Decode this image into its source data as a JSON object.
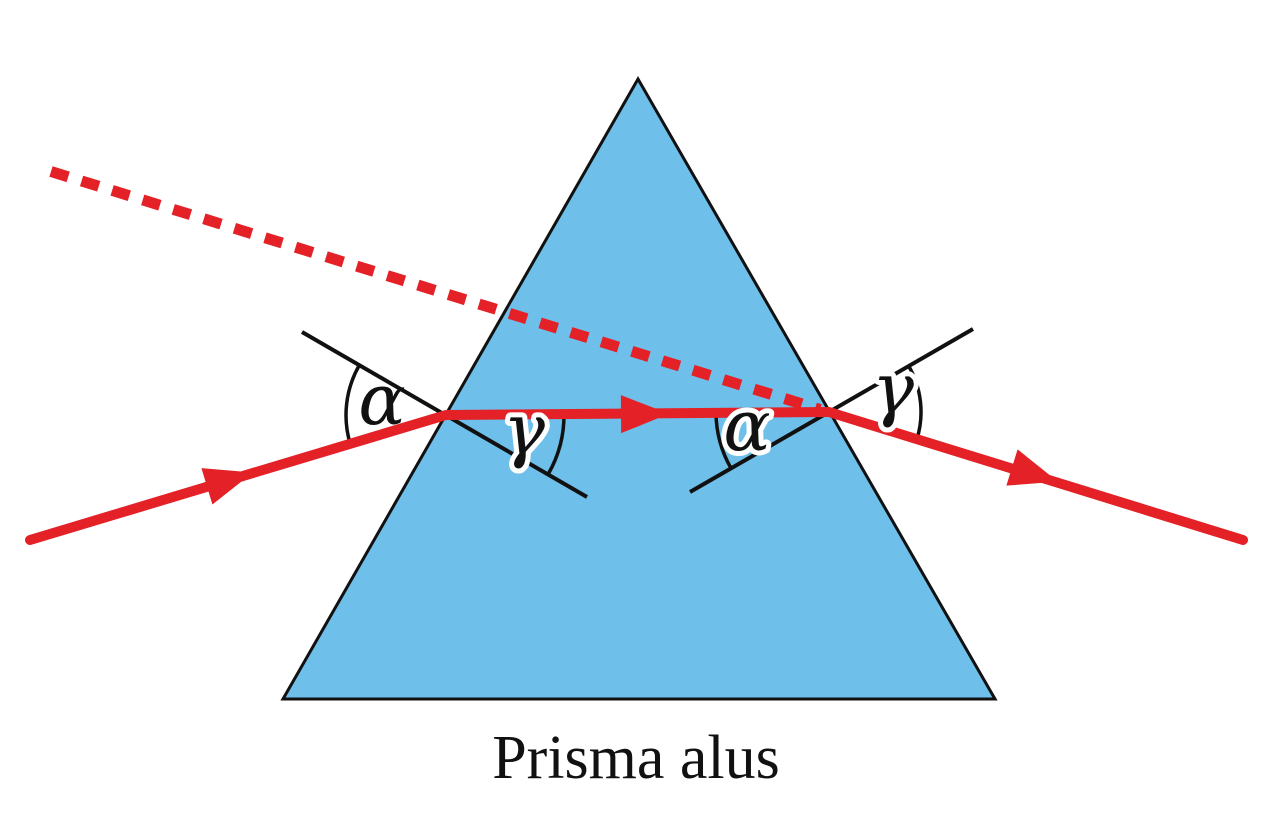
{
  "figure": {
    "caption": "Prisma alus",
    "labels": {
      "angle_incidence_entry": "α",
      "angle_refraction_entry": "γ",
      "angle_internal_exit": "α",
      "angle_refraction_exit": "γ"
    },
    "colors": {
      "background": "#ffffff",
      "prism_fill": "#6ec0ea",
      "ray_red": "#e32127",
      "line_black": "#111111",
      "label_halo": "#ffffff"
    }
  }
}
